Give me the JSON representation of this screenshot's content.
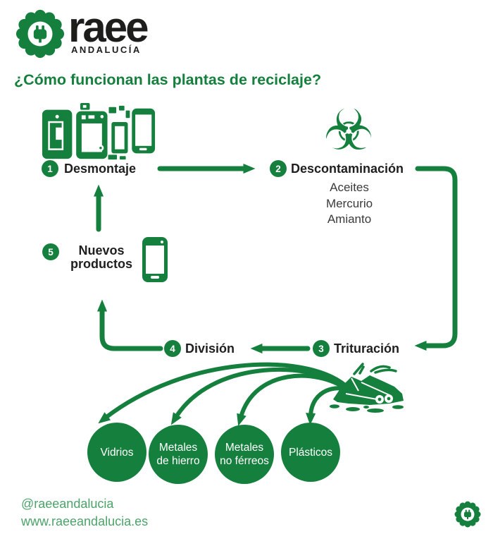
{
  "brand": {
    "name": "raee",
    "region": "ANDALUCÍA"
  },
  "title": "¿Cómo funcionan las plantas de reciclaje?",
  "steps": [
    {
      "num": "1",
      "label": "Desmontaje"
    },
    {
      "num": "2",
      "label": "Descontaminación"
    },
    {
      "num": "3",
      "label": "Trituración"
    },
    {
      "num": "4",
      "label": "División"
    },
    {
      "num": "5",
      "label": "Nuevos productos",
      "line1": "Nuevos",
      "line2": "productos"
    }
  ],
  "substances": [
    "Aceites",
    "Mercurio",
    "Amianto"
  ],
  "outputs": [
    {
      "label": "Vidrios",
      "line1": "Vidrios",
      "line2": ""
    },
    {
      "label": "Metales de hierro",
      "line1": "Metales",
      "line2": "de hierro"
    },
    {
      "label": "Metales no férreos",
      "line1": "Metales",
      "line2": "no férreos"
    },
    {
      "label": "Plásticos",
      "line1": "Plásticos",
      "line2": ""
    }
  ],
  "footer": {
    "social": "@raeeandalucia",
    "website": "www.raeeandalucia.es"
  },
  "icons": {
    "logo": "plug-flower",
    "biohazard_glyph": "☣",
    "devices": "disassembled-smartphone-parts",
    "smartphone": "smartphone",
    "shredded_pile": "shredded-waste-pile"
  },
  "colors": {
    "primary_green": "#15803D",
    "footer_green": "#4CA36A",
    "text_dark": "#1F1F1F",
    "substances_gray": "#3A3A3A",
    "background": "#FFFFFF"
  }
}
